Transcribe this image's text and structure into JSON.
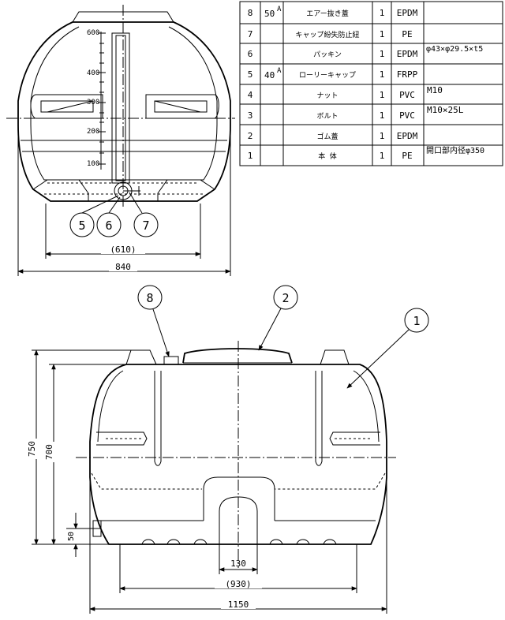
{
  "parts_table": {
    "rows": [
      {
        "no": "8",
        "size": "50",
        "size_sup": "A",
        "name": "エアー抜き蓋",
        "qty": "1",
        "material": "EPDM",
        "remarks": ""
      },
      {
        "no": "7",
        "size": "",
        "size_sup": "",
        "name": "キャップ紛失防止紐",
        "qty": "1",
        "material": "PE",
        "remarks": ""
      },
      {
        "no": "6",
        "size": "",
        "size_sup": "",
        "name": "パッキン",
        "qty": "1",
        "material": "EPDM",
        "remarks": "φ43×φ29.5×t5"
      },
      {
        "no": "5",
        "size": "40",
        "size_sup": "A",
        "name": "ローリーキャップ",
        "qty": "1",
        "material": "FRPP",
        "remarks": ""
      },
      {
        "no": "4",
        "size": "",
        "size_sup": "",
        "name": "ナット",
        "qty": "1",
        "material": "PVC",
        "remarks": "M10"
      },
      {
        "no": "3",
        "size": "",
        "size_sup": "",
        "name": "ボルト",
        "qty": "1",
        "material": "PVC",
        "remarks": "M10×25L"
      },
      {
        "no": "2",
        "size": "",
        "size_sup": "",
        "name": "ゴム蓋",
        "qty": "1",
        "material": "EPDM",
        "remarks": ""
      },
      {
        "no": "1",
        "size": "",
        "size_sup": "",
        "name": "本 体",
        "qty": "1",
        "material": "PE",
        "remarks": "開口部内径φ350"
      }
    ]
  },
  "side_view": {
    "scale_ticks": [
      "600",
      "400",
      "300",
      "200",
      "100"
    ],
    "balloons": [
      "5",
      "6",
      "7"
    ],
    "dim_inner": "(610)",
    "dim_outer": "840"
  },
  "front_view": {
    "balloons": [
      "8",
      "2",
      "1"
    ],
    "dim_height_total": "750",
    "dim_height_body": "700",
    "dim_bottom": "50",
    "dim_outlet": "130",
    "dim_feet": "(930)",
    "dim_width": "1150"
  }
}
